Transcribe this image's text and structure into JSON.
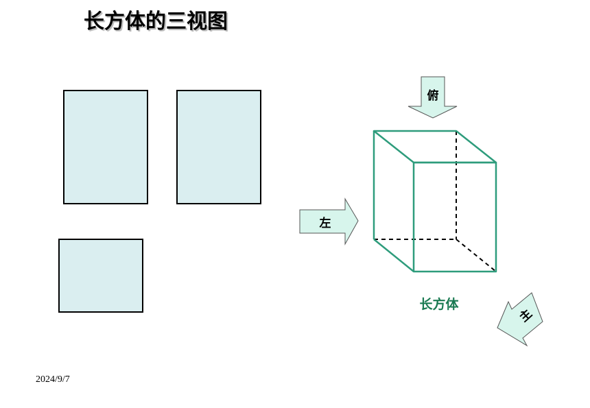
{
  "title": "长方体的三视图",
  "footer": {
    "date": "2024/9/7"
  },
  "arrows": {
    "top": "俯",
    "left": "左",
    "front": "主"
  },
  "cuboid": {
    "label": "长方体"
  },
  "colors": {
    "view_fill": "#daeef0",
    "arrow_fill": "#d7f5ec",
    "cuboid_edge": "#2e9c7c",
    "cuboid_label": "#1a7a52"
  }
}
